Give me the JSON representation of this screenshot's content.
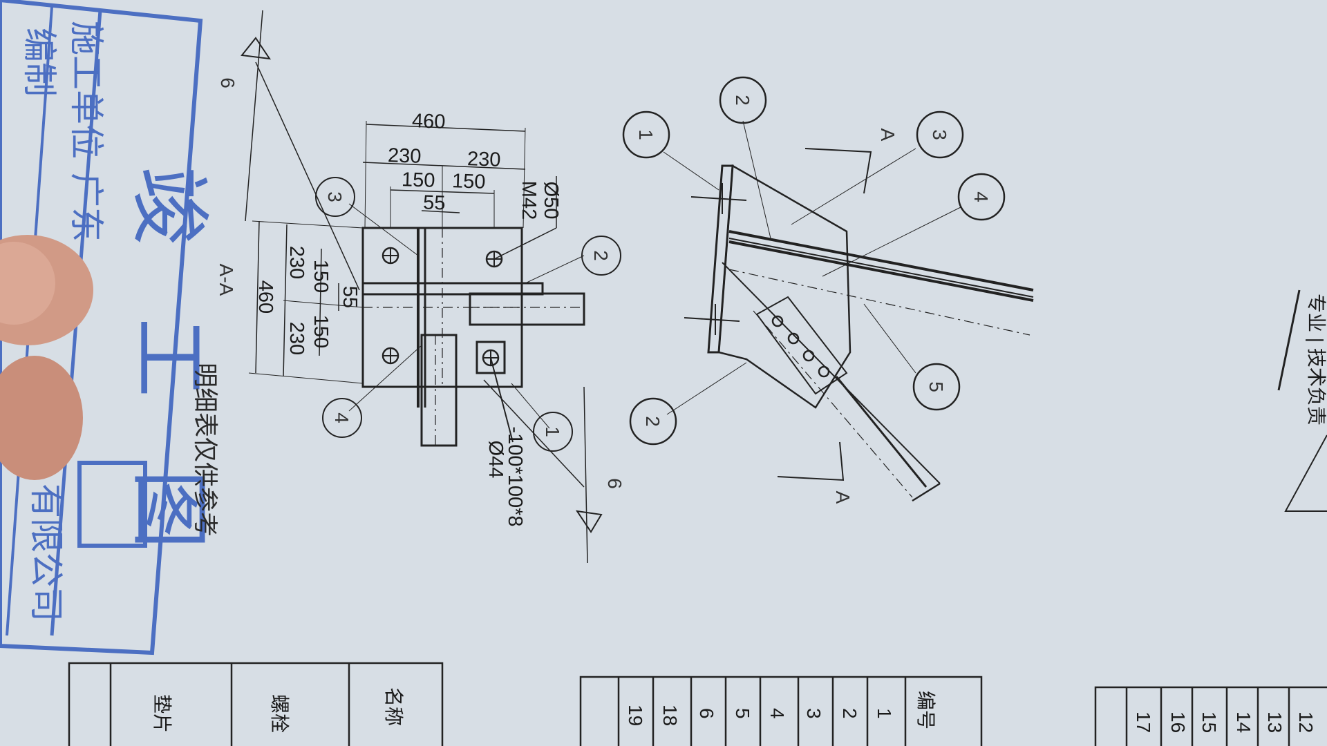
{
  "stamp": {
    "title_char_1": "竣",
    "title_char_2": "工",
    "title_char_3": "图",
    "row1": "施工单位",
    "row2": "广东",
    "company_suffix": "有限公司",
    "row3": "编制"
  },
  "section": {
    "label": "A-A",
    "section_mark_top": "6",
    "section_mark_bottom": "6",
    "dims_top": [
      "460",
      "230",
      "230",
      "150",
      "150",
      "55"
    ],
    "dims_left": [
      "460",
      "230",
      "230",
      "150",
      "150",
      "55"
    ],
    "anchor_note_1": "Ø50",
    "anchor_note_2": "M42",
    "plate_note_1": "-100*100*8",
    "plate_note_2": "Ø44",
    "callouts": [
      "3",
      "2",
      "4",
      "1"
    ]
  },
  "elevation": {
    "section_label_top": "A",
    "section_label_bottom": "A",
    "callouts": [
      "1",
      "2",
      "3",
      "4",
      "5",
      "2"
    ]
  },
  "note": "明细表仅供参考",
  "table_left": {
    "headers": [
      "名称",
      "螺栓",
      "垫片"
    ]
  },
  "table_mid": {
    "header": "编号",
    "rows": [
      "1",
      "2",
      "3",
      "4",
      "5",
      "6",
      "18",
      "19"
    ]
  },
  "table_right": {
    "rows": [
      "12",
      "13",
      "14",
      "15",
      "16",
      "17"
    ]
  },
  "right_edge_text": "专业 | 技术负责"
}
